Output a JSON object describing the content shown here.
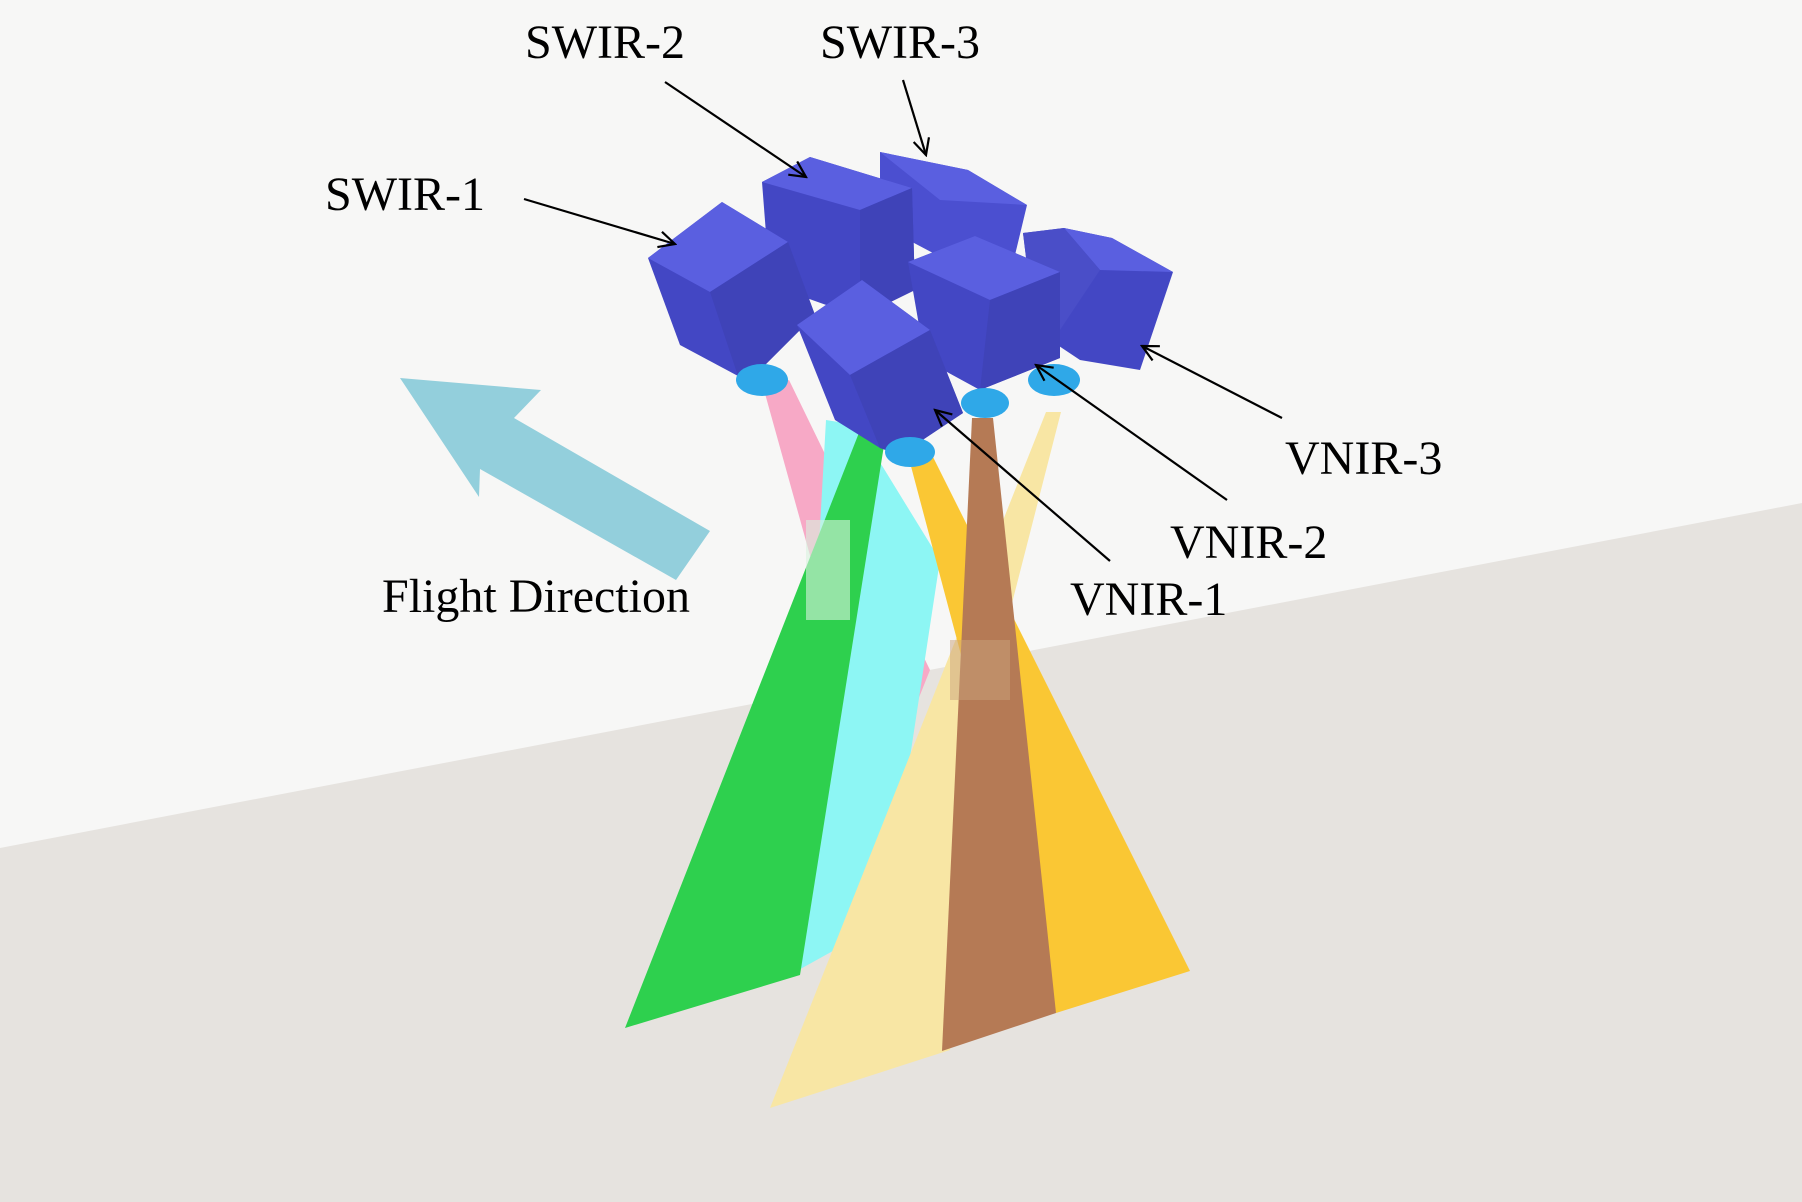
{
  "labels": {
    "swir_1": "SWIR-1",
    "swir_2": "SWIR-2",
    "swir_3": "SWIR-3",
    "vnir_1": "VNIR-1",
    "vnir_2": "VNIR-2",
    "vnir_3": "VNIR-3",
    "flight_direction": "Flight Direction"
  },
  "colors": {
    "background_sky": "#f7f7f6",
    "ground": "#e6e3df",
    "camera_body": "#4b4fd0",
    "lens": "#2fa8e8",
    "flight_arrow": "#93cfdc",
    "swir_1_beam": "#f7a9c6",
    "swir_2_beam": "#8df6f4",
    "swir_3_beam": "#2ed04e",
    "vnir_1_beam": "#fac734",
    "vnir_2_beam": "#b57a55",
    "vnir_3_beam": "#f8e6a4"
  }
}
